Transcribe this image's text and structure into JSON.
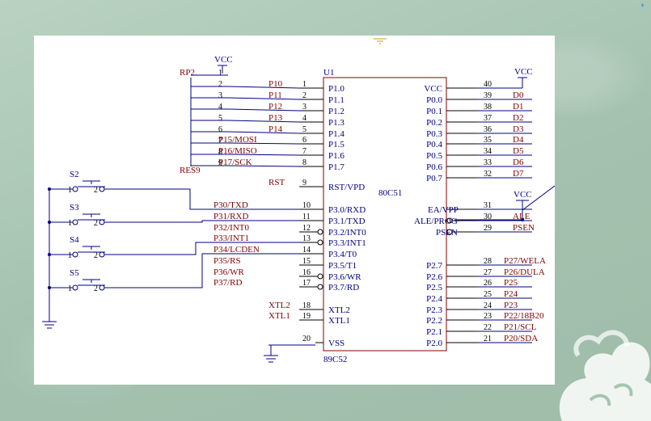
{
  "schematic": {
    "net_labels": [
      "VCC",
      "VCC",
      "VCC",
      "VCC"
    ],
    "rp2": {
      "ref": "RP2",
      "value": "RES9",
      "pins": [
        "1",
        "2",
        "3",
        "4",
        "5",
        "6",
        "7",
        "8",
        "9"
      ]
    },
    "u1": {
      "ref": "U1",
      "model": "80C51",
      "part": "89C52",
      "left_pins": [
        {
          "num": "1",
          "name": "P1.0",
          "net": "P10"
        },
        {
          "num": "2",
          "name": "P1.1",
          "net": "P11"
        },
        {
          "num": "3",
          "name": "P1.2",
          "net": "P12"
        },
        {
          "num": "4",
          "name": "P1.3",
          "net": "P13"
        },
        {
          "num": "5",
          "name": "P1.4",
          "net": "P14"
        },
        {
          "num": "6",
          "name": "P1.5",
          "net": "P15/MOSI"
        },
        {
          "num": "7",
          "name": "P1.6",
          "net": "P16/MISO"
        },
        {
          "num": "8",
          "name": "P1.7",
          "net": "P17/SCK"
        },
        {
          "num": "9",
          "name": "RST/VPD",
          "net": "RST"
        },
        {
          "num": "10",
          "name": "P3.0/RXD",
          "net": "P30/TXD"
        },
        {
          "num": "11",
          "name": "P3.1/TXD",
          "net": "P31/RXD"
        },
        {
          "num": "12",
          "name": "P3.2/INT0",
          "net": "P32/INT0"
        },
        {
          "num": "13",
          "name": "P3.3/INT1",
          "net": "P33/INT1"
        },
        {
          "num": "14",
          "name": "P3.4/T0",
          "net": "P34/LCDEN"
        },
        {
          "num": "15",
          "name": "P3.5/T1",
          "net": "P35/RS"
        },
        {
          "num": "16",
          "name": "P3.6/WR",
          "net": "P36/WR"
        },
        {
          "num": "17",
          "name": "P3.7/RD",
          "net": "P37/RD"
        },
        {
          "num": "18",
          "name": "XTL2",
          "net": "XTL2"
        },
        {
          "num": "19",
          "name": "XTL1",
          "net": "XTL1"
        },
        {
          "num": "20",
          "name": "VSS",
          "net": ""
        }
      ],
      "right_pins": [
        {
          "num": "40",
          "name": "VCC",
          "net": "VCC"
        },
        {
          "num": "39",
          "name": "P0.0",
          "net": "D0"
        },
        {
          "num": "38",
          "name": "P0.1",
          "net": "D1"
        },
        {
          "num": "37",
          "name": "P0.2",
          "net": "D2"
        },
        {
          "num": "36",
          "name": "P0.3",
          "net": "D3"
        },
        {
          "num": "35",
          "name": "P0.4",
          "net": "D4"
        },
        {
          "num": "34",
          "name": "P0.5",
          "net": "D5"
        },
        {
          "num": "33",
          "name": "P0.6",
          "net": "D6"
        },
        {
          "num": "32",
          "name": "P0.7",
          "net": "D7"
        },
        {
          "num": "31",
          "name": "EA/VPP",
          "net": ""
        },
        {
          "num": "30",
          "name": "ALE/PROG",
          "net": "ALE"
        },
        {
          "num": "29",
          "name": "PSEN",
          "net": "PSEN"
        },
        {
          "num": "28",
          "name": "P2.7",
          "net": "P27/WELA"
        },
        {
          "num": "27",
          "name": "P2.6",
          "net": "P26/DULA"
        },
        {
          "num": "26",
          "name": "P2.5",
          "net": "P25"
        },
        {
          "num": "25",
          "name": "P2.4",
          "net": "P24"
        },
        {
          "num": "24",
          "name": "P2.3",
          "net": "P23"
        },
        {
          "num": "23",
          "name": "P2.2",
          "net": "P22/18B20"
        },
        {
          "num": "22",
          "name": "P2.1",
          "net": "P21/SCL"
        },
        {
          "num": "21",
          "name": "P2.0",
          "net": "P20/SDA"
        }
      ]
    },
    "switches": [
      {
        "ref": "S2",
        "p1": "1",
        "p2": "2"
      },
      {
        "ref": "S3",
        "p1": "1",
        "p2": "2"
      },
      {
        "ref": "S4",
        "p1": "1",
        "p2": "2"
      },
      {
        "ref": "S5",
        "p1": "1",
        "p2": "2"
      }
    ]
  }
}
